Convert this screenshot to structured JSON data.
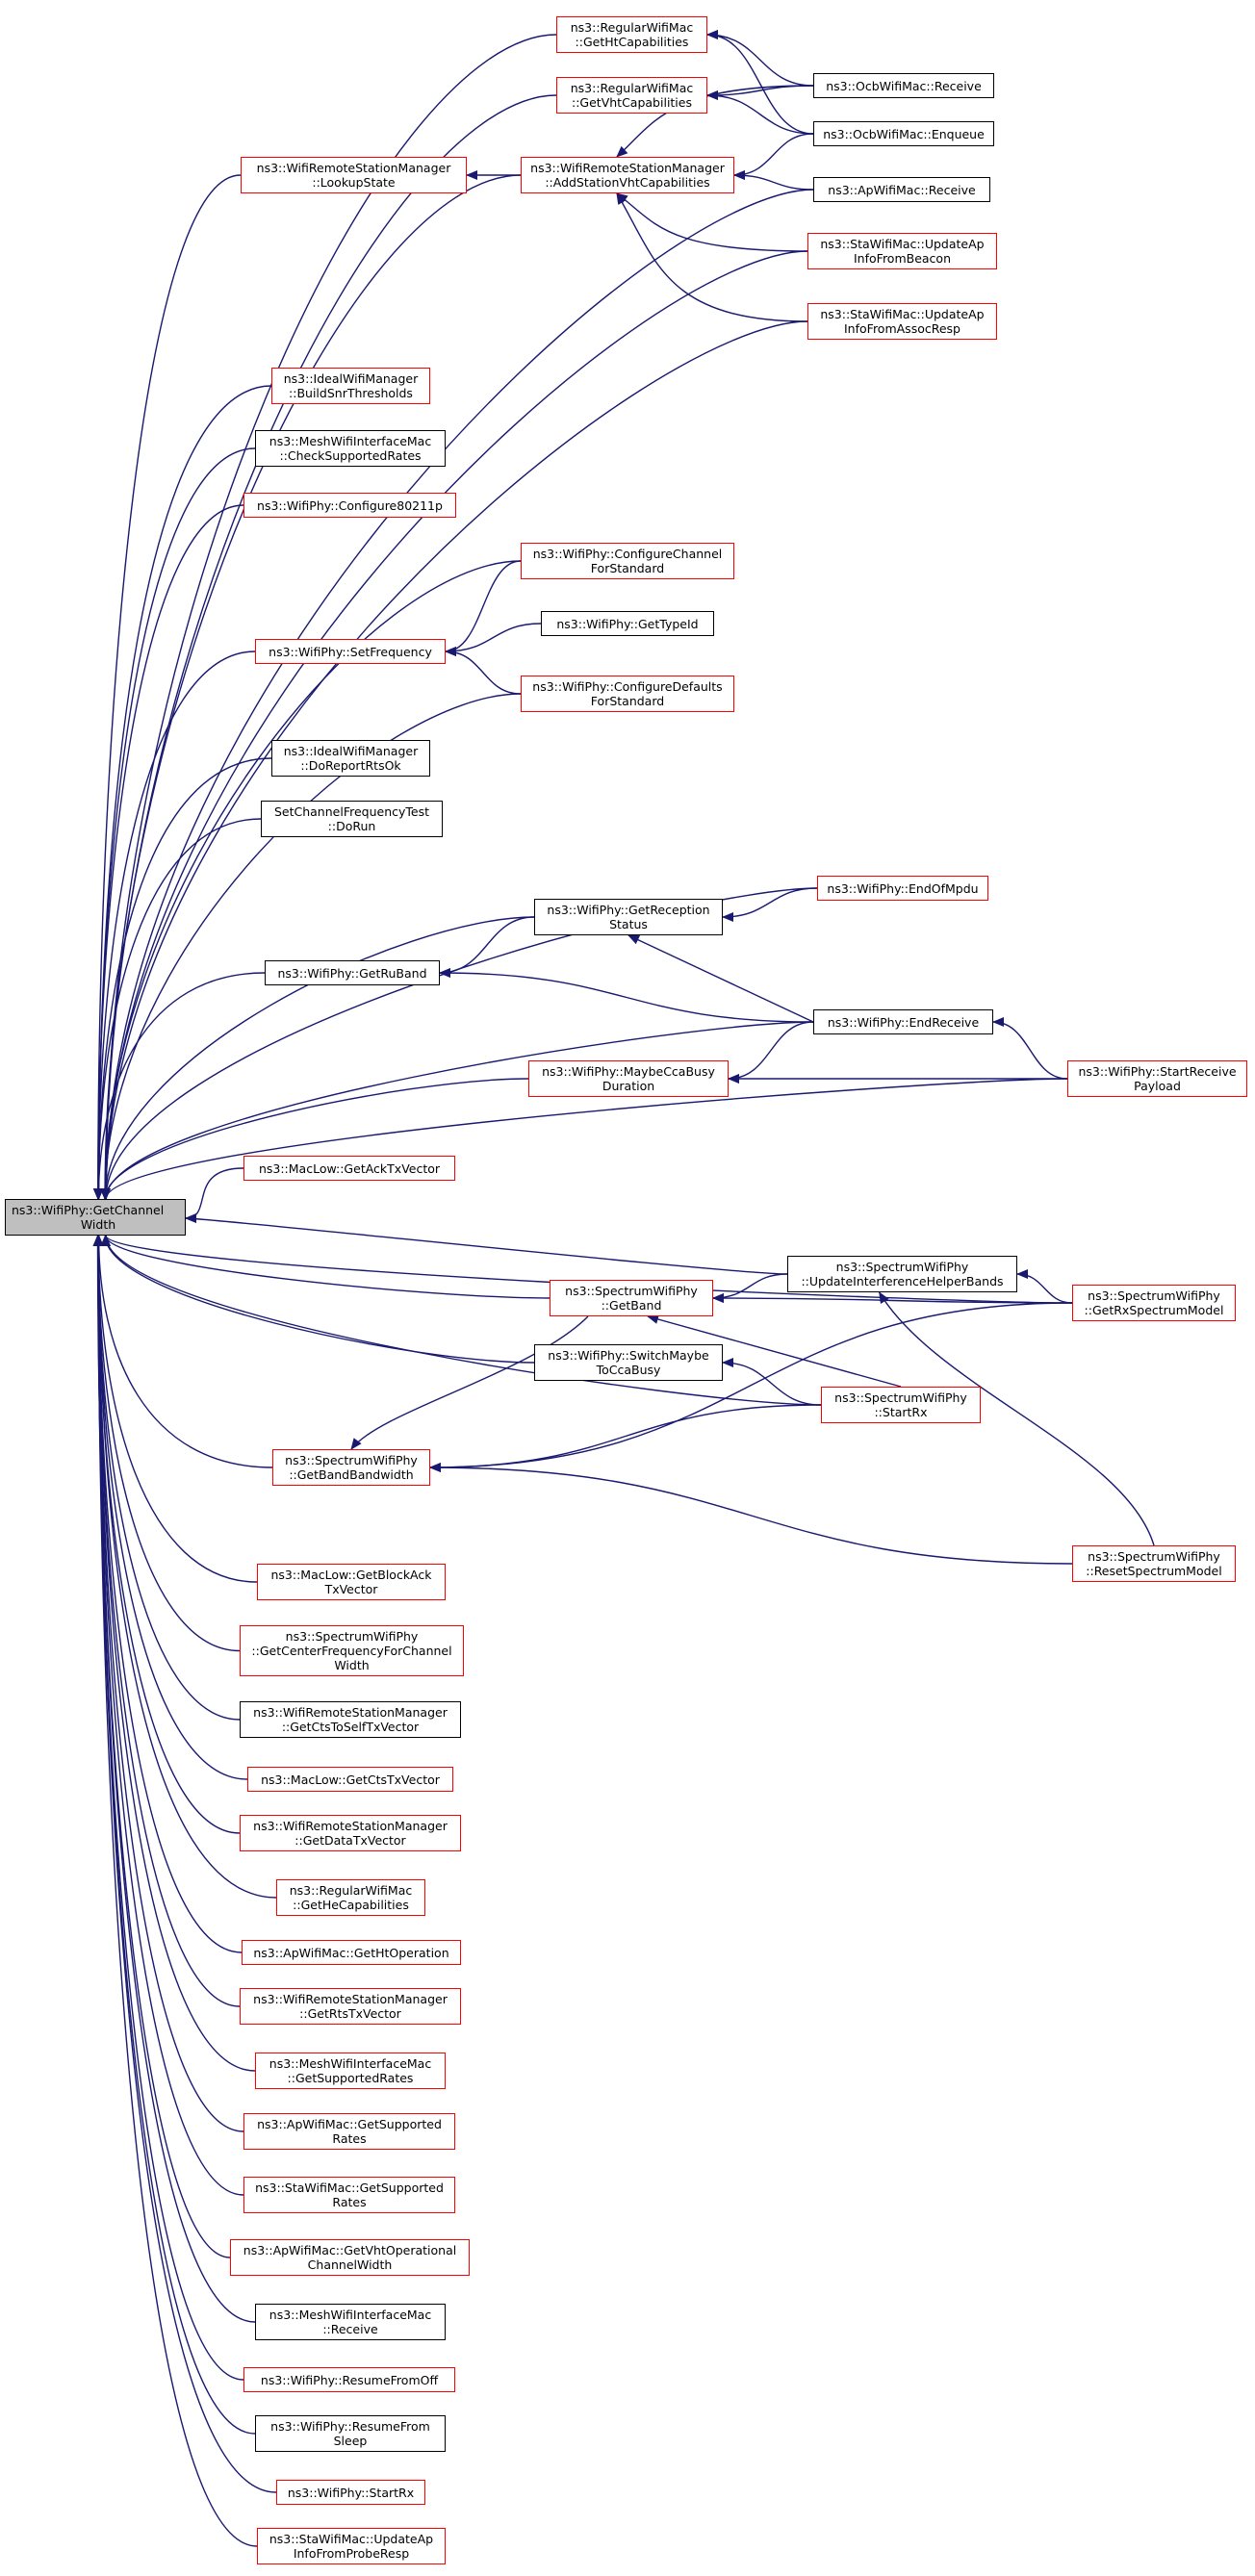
{
  "colors": {
    "edge": "#191970",
    "red_border": "#ff0000",
    "black_border": "#000000",
    "root_fill": "#bfbfbf"
  },
  "nodes": {
    "root": [
      "ns3::WifiPhy::GetChannel",
      "Width"
    ],
    "getHtCap": [
      "ns3::RegularWifiMac",
      "::GetHtCapabilities"
    ],
    "getVhtCap": [
      "ns3::RegularWifiMac",
      "::GetVhtCapabilities"
    ],
    "lookupState": [
      "ns3::WifiRemoteStationManager",
      "::LookupState"
    ],
    "addStaVht": [
      "ns3::WifiRemoteStationManager",
      "::AddStationVhtCapabilities"
    ],
    "ocbReceive": [
      "ns3::OcbWifiMac::Receive"
    ],
    "ocbEnqueue": [
      "ns3::OcbWifiMac::Enqueue"
    ],
    "apReceive": [
      "ns3::ApWifiMac::Receive"
    ],
    "staBeacon": [
      "ns3::StaWifiMac::UpdateAp",
      "InfoFromBeacon"
    ],
    "staAssoc": [
      "ns3::StaWifiMac::UpdateAp",
      "InfoFromAssocResp"
    ],
    "idealSnr": [
      "ns3::IdealWifiManager",
      "::BuildSnrThresholds"
    ],
    "meshCheck": [
      "ns3::MeshWifiInterfaceMac",
      "::CheckSupportedRates"
    ],
    "conf80211p": [
      "ns3::WifiPhy::Configure80211p"
    ],
    "confChannel": [
      "ns3::WifiPhy::ConfigureChannel",
      "ForStandard"
    ],
    "getTypeId": [
      "ns3::WifiPhy::GetTypeId"
    ],
    "setFreq": [
      "ns3::WifiPhy::SetFrequency"
    ],
    "confDefaults": [
      "ns3::WifiPhy::ConfigureDefaults",
      "ForStandard"
    ],
    "idealRts": [
      "ns3::IdealWifiManager",
      "::DoReportRtsOk"
    ],
    "setChanTest": [
      "SetChannelFrequencyTest",
      "::DoRun"
    ],
    "endOfMpdu": [
      "ns3::WifiPhy::EndOfMpdu"
    ],
    "getRecStatus": [
      "ns3::WifiPhy::GetReception",
      "Status"
    ],
    "getRuBand": [
      "ns3::WifiPhy::GetRuBand"
    ],
    "endReceive": [
      "ns3::WifiPhy::EndReceive"
    ],
    "maybeCca": [
      "ns3::WifiPhy::MaybeCcaBusy",
      "Duration"
    ],
    "startRecPayload": [
      "ns3::WifiPhy::StartReceive",
      "Payload"
    ],
    "getAck": [
      "ns3::MacLow::GetAckTxVector"
    ],
    "specGetBand": [
      "ns3::SpectrumWifiPhy",
      "::GetBand"
    ],
    "updInterf": [
      "ns3::SpectrumWifiPhy",
      "::UpdateInterferenceHelperBands"
    ],
    "getRxSpec": [
      "ns3::SpectrumWifiPhy",
      "::GetRxSpectrumModel"
    ],
    "switchCca": [
      "ns3::WifiPhy::SwitchMaybe",
      "ToCcaBusy"
    ],
    "specStartRx": [
      "ns3::SpectrumWifiPhy",
      "::StartRx"
    ],
    "specBw": [
      "ns3::SpectrumWifiPhy",
      "::GetBandBandwidth"
    ],
    "resetSpec": [
      "ns3::SpectrumWifiPhy",
      "::ResetSpectrumModel"
    ],
    "getBlockAck": [
      "ns3::MacLow::GetBlockAck",
      "TxVector"
    ],
    "centerFreq": [
      "ns3::SpectrumWifiPhy",
      "::GetCenterFrequencyForChannel",
      "Width"
    ],
    "ctsToSelf": [
      "ns3::WifiRemoteStationManager",
      "::GetCtsToSelfTxVector"
    ],
    "ctsTx": [
      "ns3::MacLow::GetCtsTxVector"
    ],
    "dataTx": [
      "ns3::WifiRemoteStationManager",
      "::GetDataTxVector"
    ],
    "heCap": [
      "ns3::RegularWifiMac",
      "::GetHeCapabilities"
    ],
    "htOp": [
      "ns3::ApWifiMac::GetHtOperation"
    ],
    "rtsTx": [
      "ns3::WifiRemoteStationManager",
      "::GetRtsTxVector"
    ],
    "meshSupp": [
      "ns3::MeshWifiInterfaceMac",
      "::GetSupportedRates"
    ],
    "apSupp": [
      "ns3::ApWifiMac::GetSupported",
      "Rates"
    ],
    "staSupp": [
      "ns3::StaWifiMac::GetSupported",
      "Rates"
    ],
    "apVhtOp": [
      "ns3::ApWifiMac::GetVhtOperational",
      "ChannelWidth"
    ],
    "meshRecv": [
      "ns3::MeshWifiInterfaceMac",
      "::Receive"
    ],
    "resumeOff": [
      "ns3::WifiPhy::ResumeFromOff"
    ],
    "resumeSleep": [
      "ns3::WifiPhy::ResumeFrom",
      "Sleep"
    ],
    "phyStartRx": [
      "ns3::WifiPhy::StartRx"
    ],
    "staProbe": [
      "ns3::StaWifiMac::UpdateAp",
      "InfoFromProbeResp"
    ]
  }
}
